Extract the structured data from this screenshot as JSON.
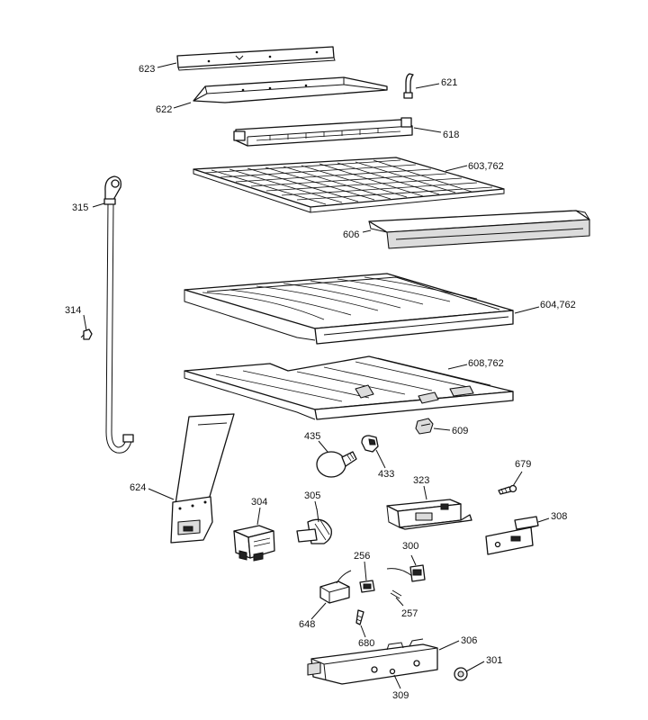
{
  "diagram": {
    "labels": {
      "p623": "623",
      "p622": "622",
      "p621": "621",
      "p618": "618",
      "p603": "603,762",
      "p315": "315",
      "p606": "606",
      "p604": "604,762",
      "p314": "314",
      "p608": "608,762",
      "p609": "609",
      "p435": "435",
      "p433": "433",
      "p679": "679",
      "p624": "624",
      "p323": "323",
      "p304": "304",
      "p305": "305",
      "p308": "308",
      "p256": "256",
      "p300": "300",
      "p648": "648",
      "p257": "257",
      "p680": "680",
      "p306": "306",
      "p301": "301",
      "p309": "309"
    }
  }
}
